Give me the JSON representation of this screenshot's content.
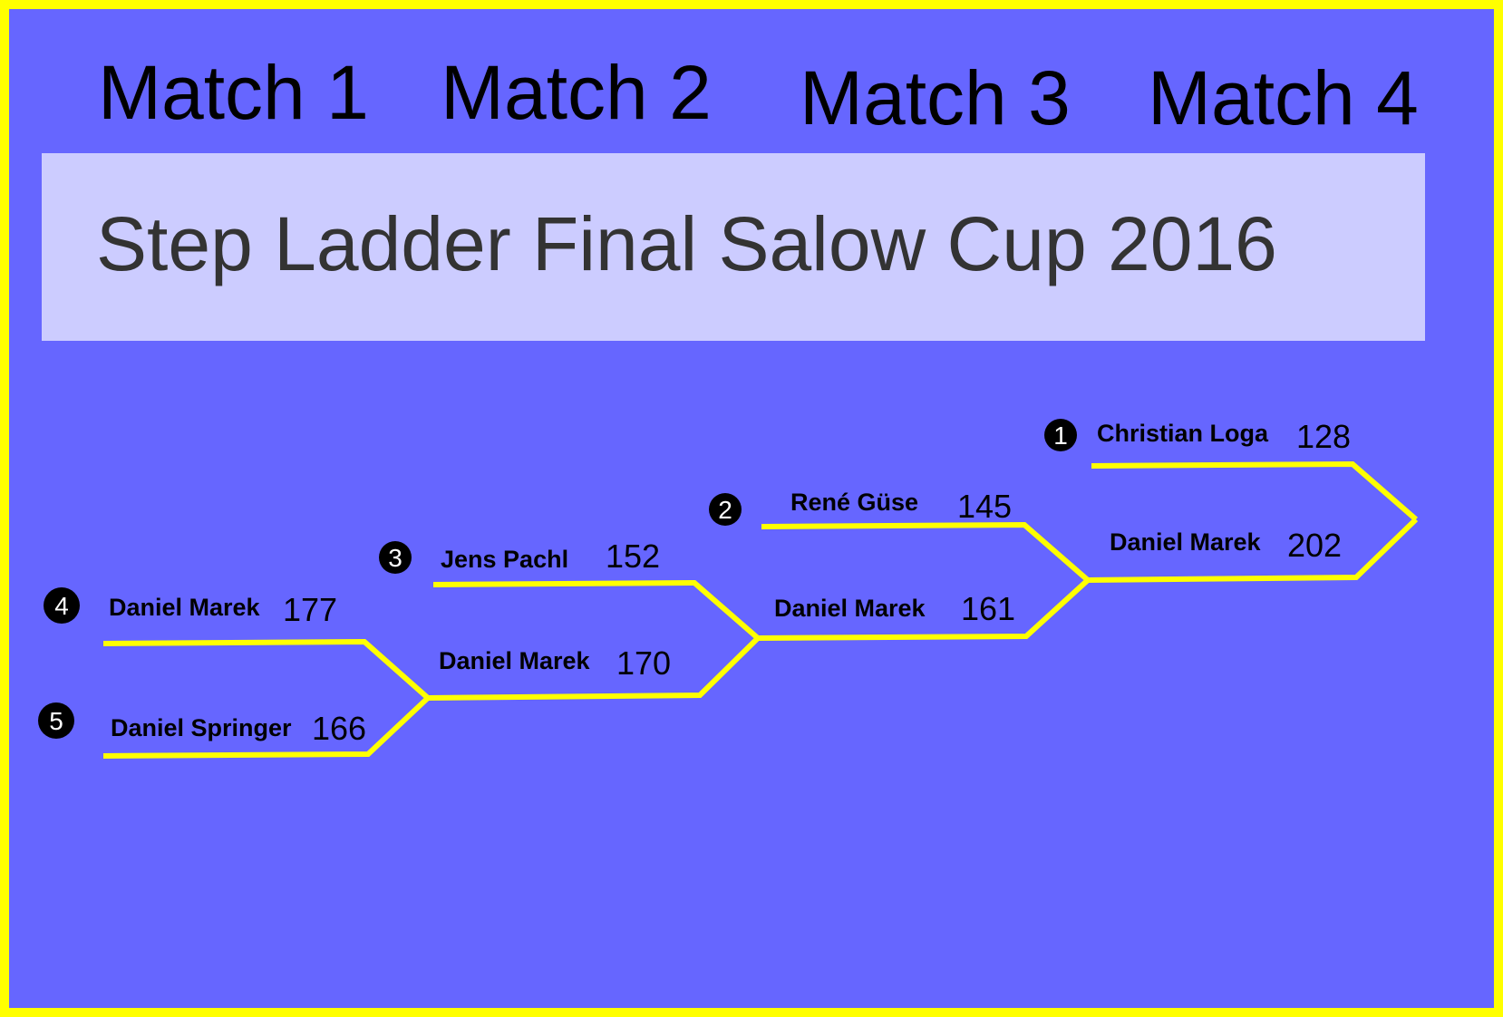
{
  "matches": [
    "Match 1",
    "Match 2",
    "Match 3",
    "Match 4"
  ],
  "title": "Step Ladder Final Salow Cup 2016",
  "colors": {
    "background": "#6666ff",
    "border": "#ffff00",
    "bracket_line": "#ffff00",
    "banner": "#ccccff",
    "title_text": "#333333"
  },
  "seeds": [
    {
      "seed": "1",
      "name": "Christian Loga",
      "score": "128"
    },
    {
      "seed": "2",
      "name": "René Güse",
      "score": "145"
    },
    {
      "seed": "3",
      "name": "Jens Pachl",
      "score": "152"
    },
    {
      "seed": "4",
      "name": "Daniel Marek",
      "score": "177"
    },
    {
      "seed": "5",
      "name": "Daniel Springer",
      "score": "166"
    }
  ],
  "winners": [
    {
      "name": "Daniel Marek",
      "score": "170"
    },
    {
      "name": "Daniel Marek",
      "score": "161"
    },
    {
      "name": "Daniel Marek",
      "score": "202"
    }
  ]
}
